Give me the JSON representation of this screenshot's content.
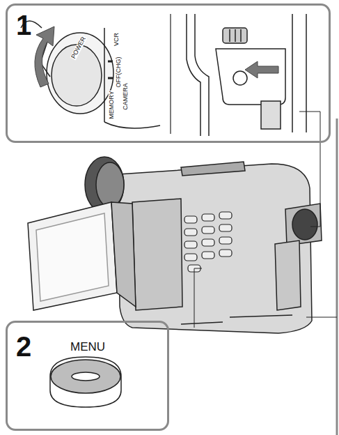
{
  "diagram": {
    "nodes": [
      {
        "text": [
          "1"
        ]
      },
      {
        "text": [
          "2",
          "MENU"
        ]
      }
    ],
    "labels": [
      "POWER",
      "VCR",
      "OFF(CHG)",
      "CAMERA",
      "MEMORY"
    ]
  }
}
